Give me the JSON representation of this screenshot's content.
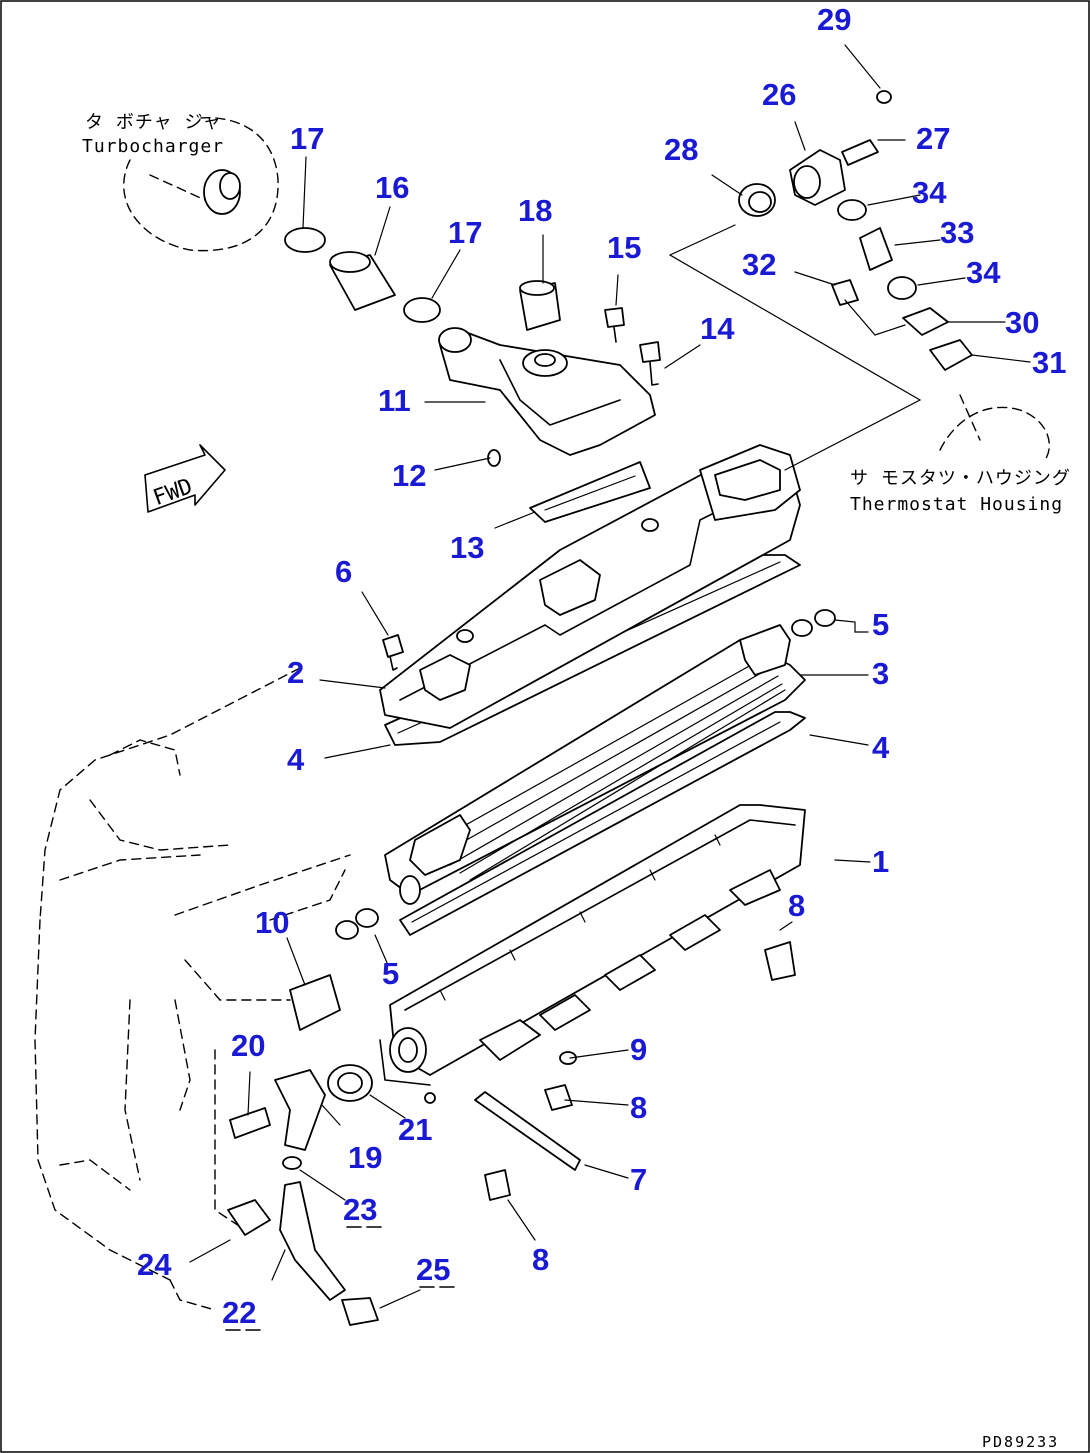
{
  "diagram": {
    "drawing_code": "PD89233",
    "forward_marker": "FWD",
    "labels": {
      "turbocharger_jp": "タ ボチャ ジャ",
      "turbocharger_en": "Turbocharger",
      "thermostat_jp": "サ モスタツ・ハウジング",
      "thermostat_en": "Thermostat Housing"
    },
    "accent_color": "#1a1ad4",
    "callouts": [
      "1",
      "2",
      "3",
      "4",
      "5",
      "6",
      "7",
      "8",
      "9",
      "10",
      "11",
      "12",
      "13",
      "14",
      "15",
      "16",
      "17",
      "18",
      "19",
      "20",
      "21",
      "22",
      "23",
      "24",
      "25",
      "26",
      "27",
      "28",
      "29",
      "30",
      "31",
      "32",
      "33",
      "34"
    ]
  }
}
